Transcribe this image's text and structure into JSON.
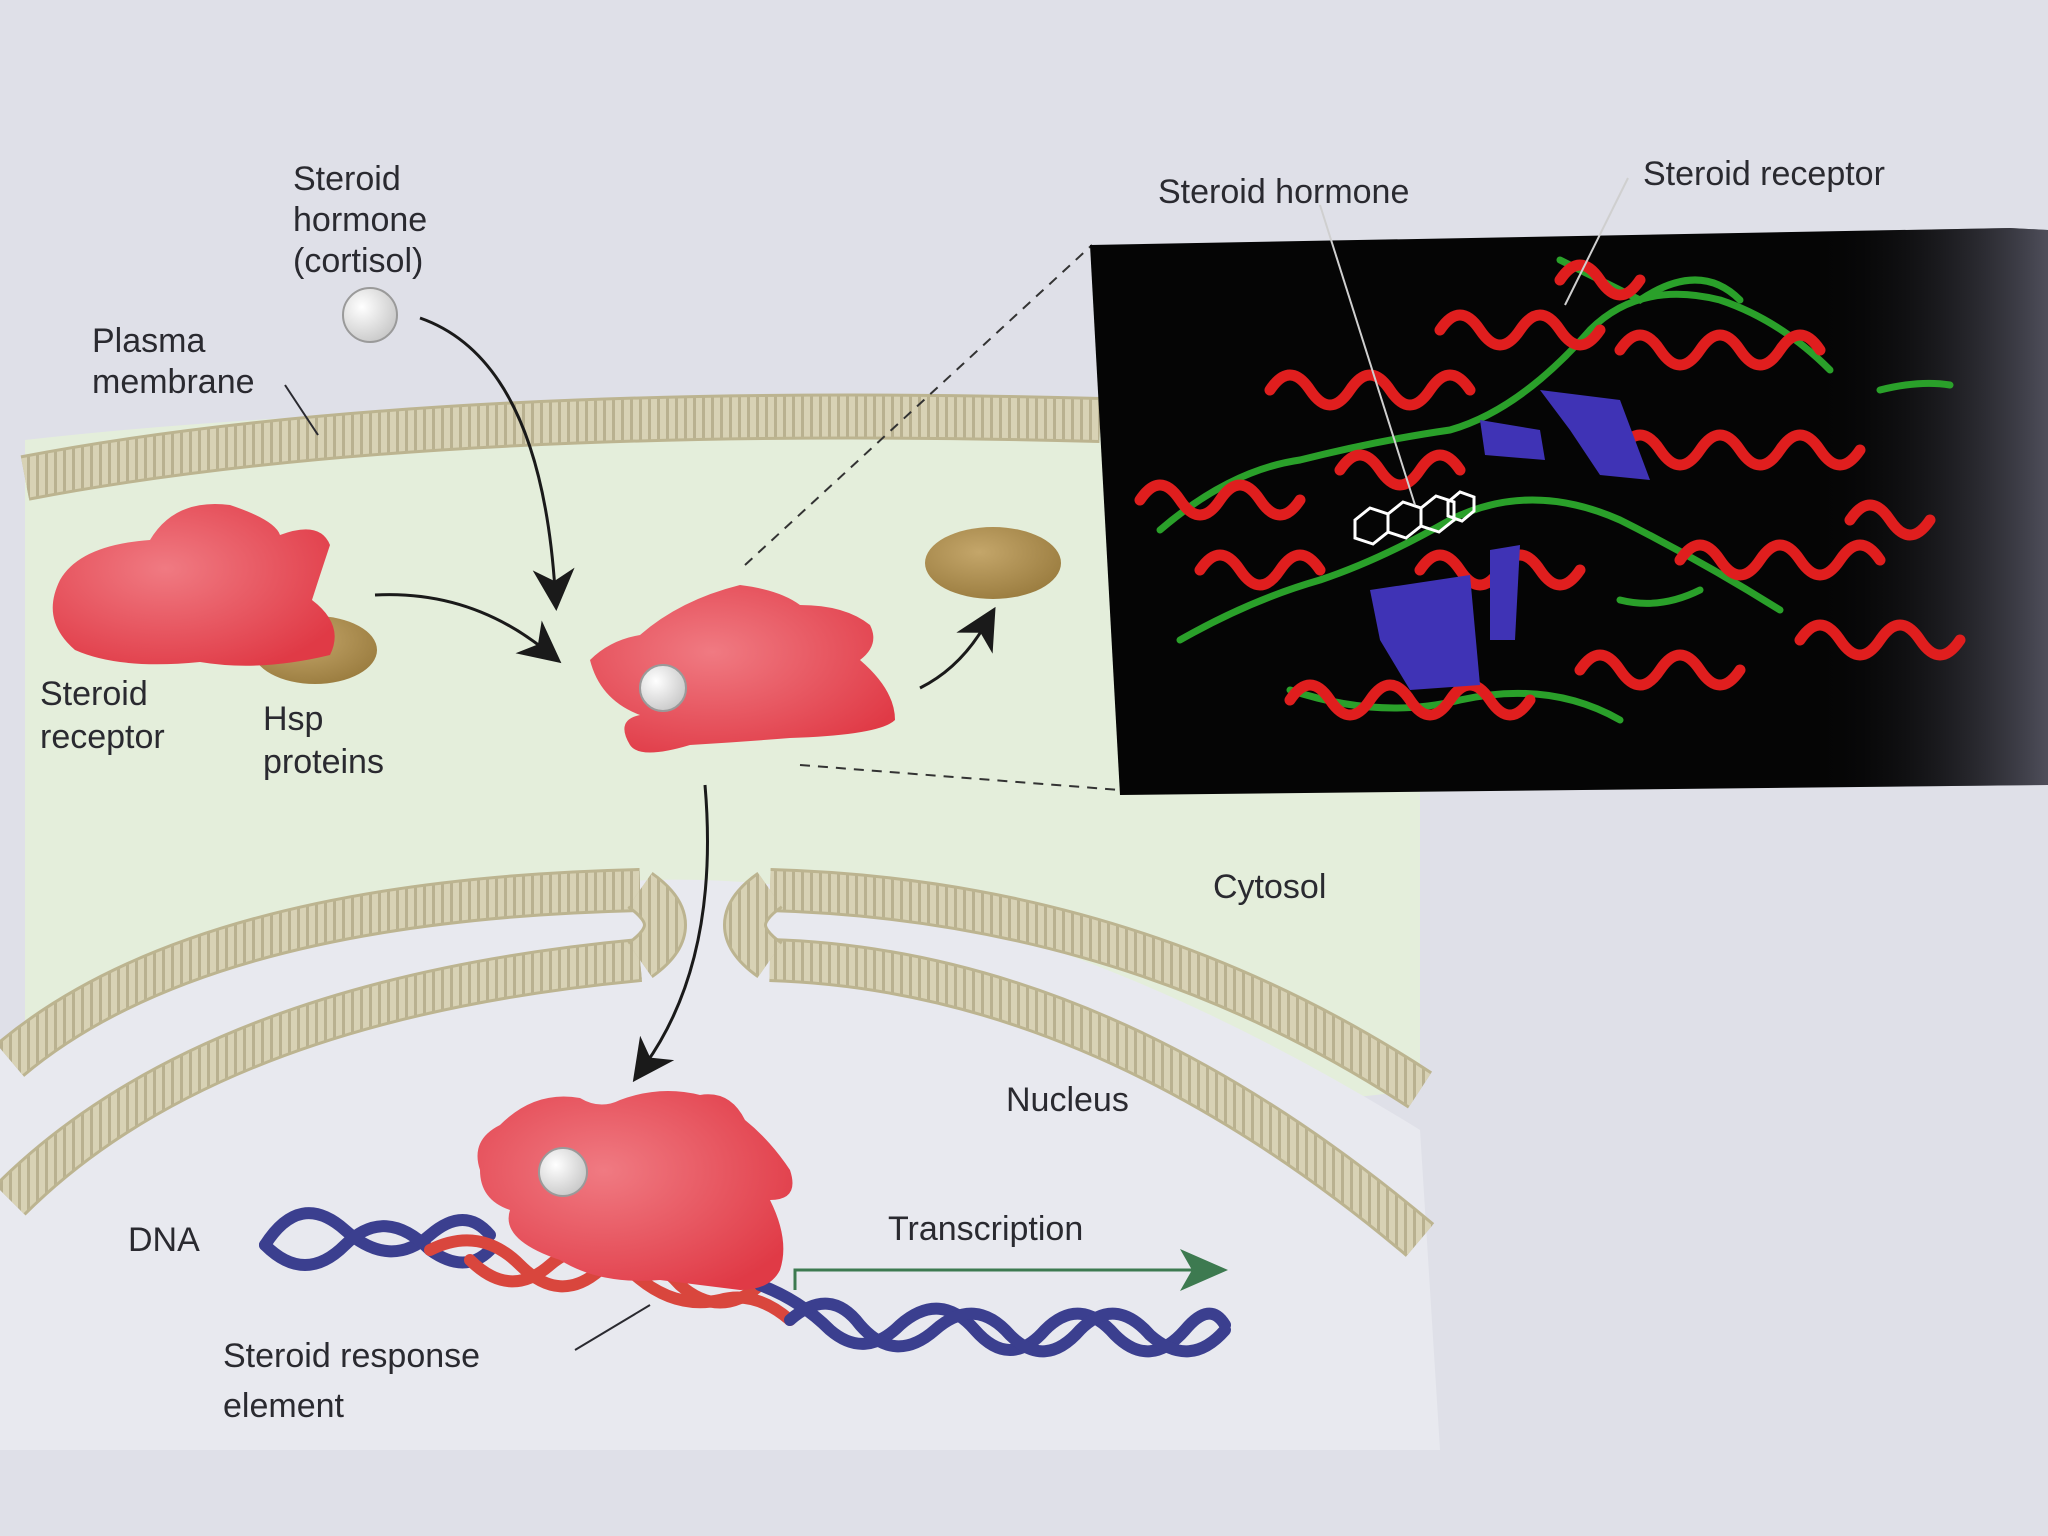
{
  "labels": {
    "hormone_line1": "Steroid",
    "hormone_line2": "hormone",
    "hormone_line3": "(cortisol)",
    "membrane_line1": "Plasma",
    "membrane_line2": "membrane",
    "receptor_line1": "Steroid",
    "receptor_line2": "receptor",
    "hsp_line1": "Hsp",
    "hsp_line2": "proteins",
    "cytosol": "Cytosol",
    "nucleus": "Nucleus",
    "dna": "DNA",
    "transcription": "Transcription",
    "sre_line1": "Steroid response",
    "sre_line2": "element",
    "inset_hormone": "Steroid hormone",
    "inset_receptor": "Steroid receptor"
  },
  "colors": {
    "receptor": "#e8505a",
    "hsp": "#a8894a",
    "hormone": "#e6e6e6",
    "dna_blue": "#3b3f8f",
    "dna_red": "#d9463d",
    "cytosol_bg": "#e4eedb",
    "nucleus_bg": "#e6e8ee",
    "membrane": "#c9c3a3",
    "inset_bg": "#050505",
    "inset_helix": "#e01e1e",
    "inset_loop": "#2aa02a",
    "inset_sheet": "#3f33b5",
    "transcription_arrow": "#3d7a50"
  }
}
